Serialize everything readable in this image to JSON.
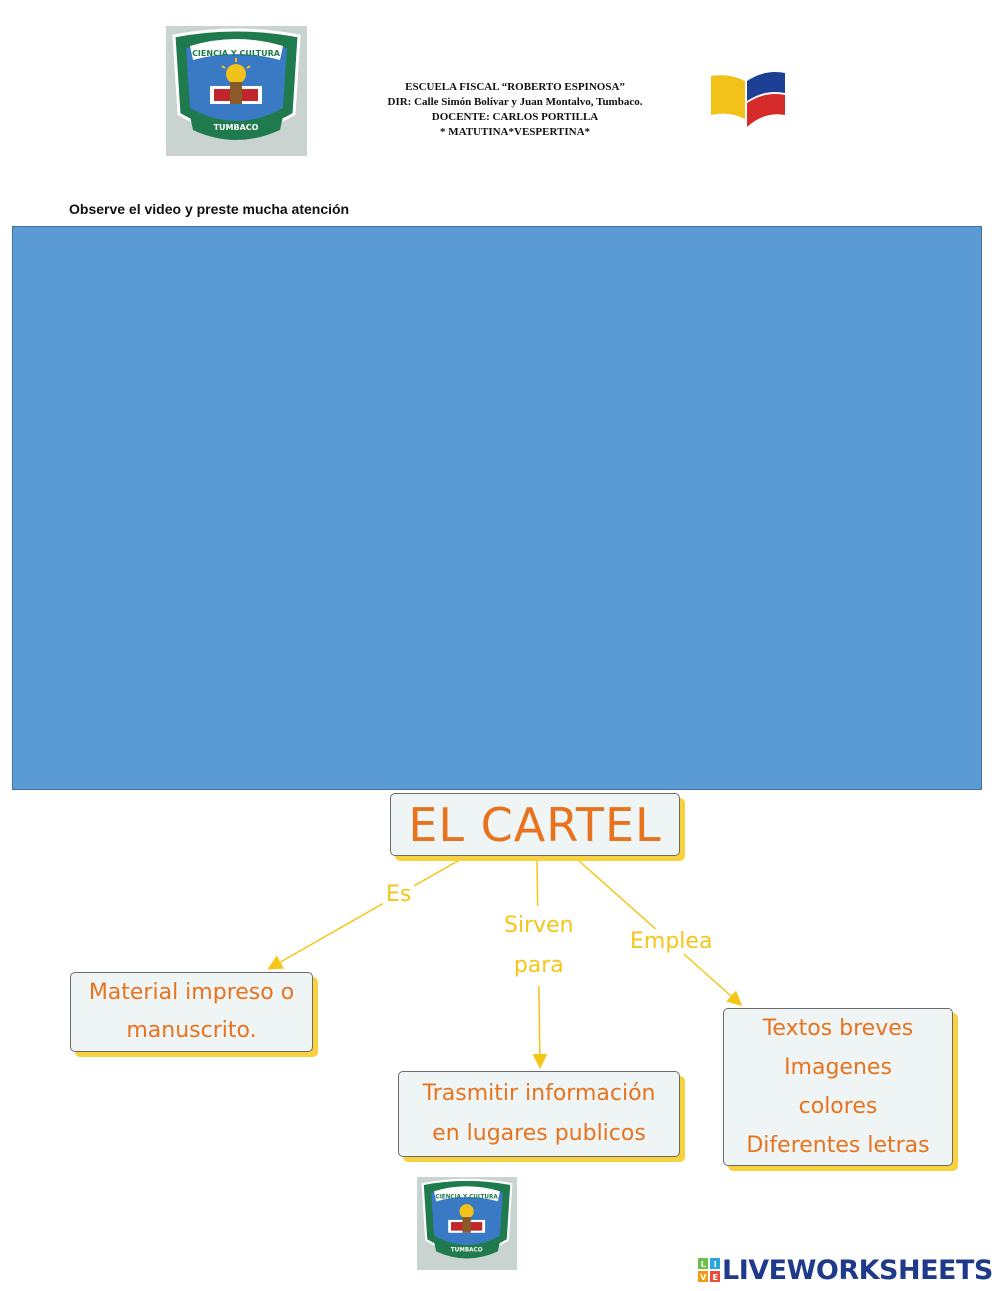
{
  "header": {
    "school_line": "ESCUELA FISCAL “ROBERTO ESPINOSA”",
    "address_line": "DIR: Calle Simón Bolívar y Juan Montalvo, Tumbaco.",
    "teacher_line": "DOCENTE: CARLOS PORTILLA",
    "shift_line": "* MATUTINA*VESPERTINA*",
    "logo_top_text": "CIENCIA Y CULTURA",
    "logo_bottom_text": "TUMBACO"
  },
  "instruction": "Observe el video y preste mucha atención",
  "concept_map": {
    "title": "EL CARTEL",
    "links": [
      {
        "label": "Es"
      },
      {
        "label_lines": [
          "Sirven",
          "para"
        ]
      },
      {
        "label": "Emplea"
      }
    ],
    "nodes": {
      "definition": [
        "Material impreso o",
        "manuscrito."
      ],
      "purpose": [
        "Trasmitir información",
        "en lugares publicos"
      ],
      "uses": [
        "Textos breves",
        "Imagenes",
        "colores",
        "Diferentes letras"
      ]
    }
  },
  "footer": {
    "brand": "LIVEWORKSHEETS",
    "brand_mark_letters": [
      "L",
      "I",
      "V",
      "E"
    ]
  },
  "colors": {
    "video_blue": "#5b9bd5",
    "map_orange": "#e8731e",
    "map_yellow": "#f5c518",
    "brand_navy": "#1f3a8a"
  }
}
